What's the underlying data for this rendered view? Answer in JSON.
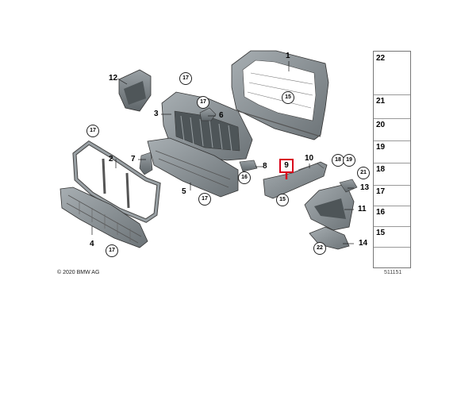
{
  "copyright": "© 2020 BMW AG",
  "diagram_number": "511151",
  "highlighted_part": "9",
  "callouts": {
    "p1": "1",
    "p2": "2",
    "p3": "3",
    "p4": "4",
    "p5": "5",
    "p6": "6",
    "p7": "7",
    "p8": "8",
    "p9": "9",
    "p10": "10",
    "p11": "11",
    "p12": "12",
    "p13": "13",
    "p14": "14",
    "c15a": "15",
    "c15b": "15",
    "c16": "16",
    "c17a": "17",
    "c17b": "17",
    "c17c": "17",
    "c17d": "17",
    "c17e": "17",
    "c18": "18",
    "c19": "19",
    "c21": "21",
    "c22": "22"
  },
  "parts_column": [
    "22",
    "21",
    "20",
    "19",
    "18",
    "17",
    "16",
    "15"
  ],
  "colors": {
    "highlight": "#d8001a",
    "part_fill": "#8f969b",
    "part_dark": "#5d6468",
    "line": "#1a1a1a"
  }
}
